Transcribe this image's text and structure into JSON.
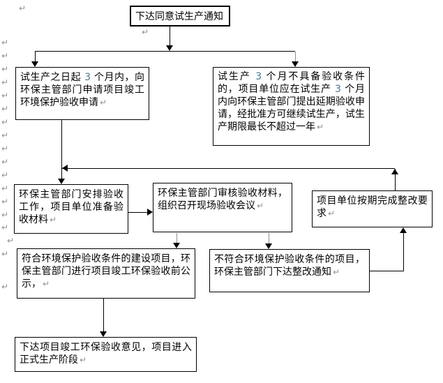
{
  "glyphs": {
    "return_mark": "↵"
  },
  "colors": {
    "line": "#000000",
    "gray_line": "#8f8f8f",
    "box_border": "#000000",
    "accent_number": "#3e7ca8",
    "return_mark": "#8e90a0"
  },
  "nodes": {
    "notice": {
      "segments": [
        {
          "text": "下达同意试生产通知"
        }
      ]
    },
    "apply": {
      "segments": [
        {
          "text": "试生产之日起 "
        },
        {
          "text": "3",
          "accent": true
        },
        {
          "text": " 个月内，向环保主管部门申请项目竣工环境保护验收申请"
        }
      ]
    },
    "delay": {
      "segments": [
        {
          "text": "试生产 "
        },
        {
          "text": "3",
          "accent": true
        },
        {
          "text": " 个月不具备验收条件的，项目单位应在试生产 "
        },
        {
          "text": "3",
          "accent": true
        },
        {
          "text": " 个月内向环保主管部门提出延期验收申请，经批准方可继续试生产，试生产期限最长不超过一年"
        }
      ]
    },
    "arrange": {
      "segments": [
        {
          "text": "环保主管部门安排验收工作，项目单位准备验收材料"
        }
      ]
    },
    "review": {
      "segments": [
        {
          "text": "环保主管部门审核验收材料，组织召开现场验收会议"
        }
      ]
    },
    "rectify_done": {
      "segments": [
        {
          "text": "项目单位按期完成整改要求"
        }
      ]
    },
    "qualified": {
      "segments": [
        {
          "text": "符合环境保护验收条件的建设项目，环保主管部门进行项目竣工环保验收前公示，"
        }
      ]
    },
    "unqualified": {
      "segments": [
        {
          "text": "不符合环境保护验收条件的项目，环保主管部门下达整改通知"
        }
      ]
    },
    "final": {
      "segments": [
        {
          "text": "下达项目竣工环保验收意见，项目进入正式生产阶段"
        }
      ]
    }
  }
}
